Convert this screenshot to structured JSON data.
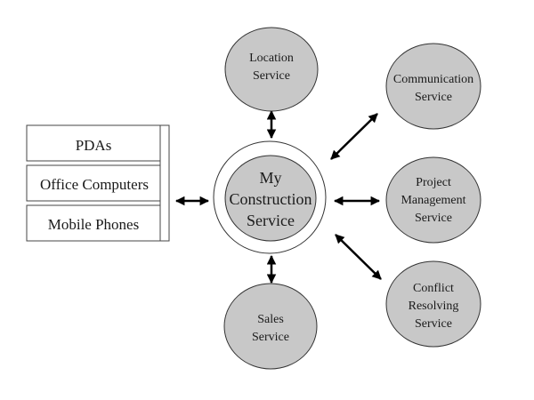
{
  "diagram": {
    "devices": {
      "items": [
        "PDAs",
        "Office Computers",
        "Mobile Phones"
      ]
    },
    "center": {
      "lines": [
        "My",
        "Construction",
        "Service"
      ]
    },
    "services": {
      "location": {
        "lines": [
          "Location",
          "Service"
        ]
      },
      "communication": {
        "lines": [
          "Communication",
          "Service"
        ]
      },
      "project_management": {
        "lines": [
          "Project",
          "Management",
          "Service"
        ]
      },
      "conflict_resolving": {
        "lines": [
          "Conflict",
          "Resolving",
          "Service"
        ]
      },
      "sales": {
        "lines": [
          "Sales",
          "Service"
        ]
      }
    },
    "connections": [
      {
        "from": "devices",
        "to": "center",
        "type": "bidirectional"
      },
      {
        "from": "center",
        "to": "location",
        "type": "bidirectional"
      },
      {
        "from": "center",
        "to": "communication",
        "type": "bidirectional"
      },
      {
        "from": "center",
        "to": "project_management",
        "type": "bidirectional"
      },
      {
        "from": "center",
        "to": "conflict_resolving",
        "type": "bidirectional"
      },
      {
        "from": "center",
        "to": "sales",
        "type": "bidirectional"
      }
    ],
    "colors": {
      "node_fill": "#c8c8c8",
      "outline": "#333333",
      "arrow": "#000000"
    }
  }
}
